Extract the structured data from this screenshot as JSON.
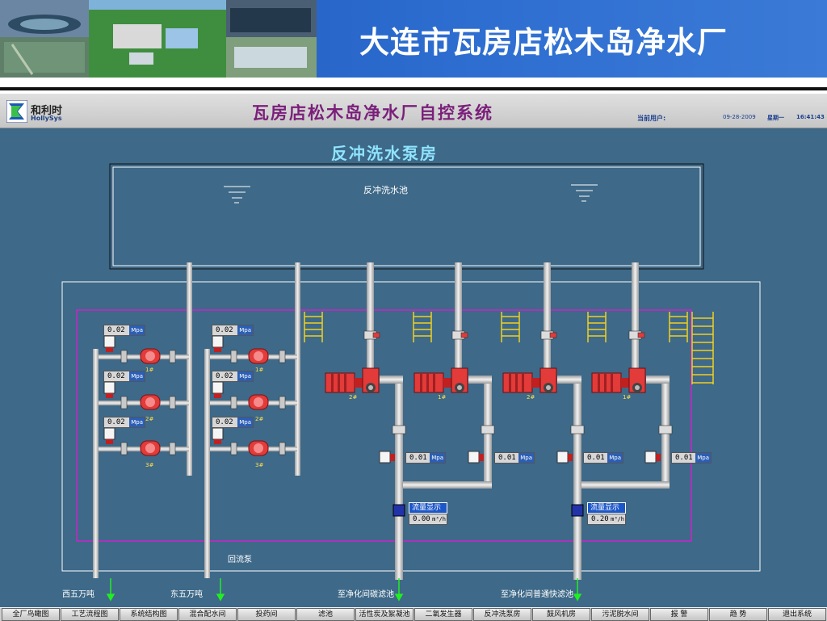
{
  "banner": {
    "title": "大连市瓦房店松木岛净水厂"
  },
  "header": {
    "logo_cn": "和利时",
    "logo_en": "HollySys",
    "system_title": "瓦房店松木岛净水厂自控系统",
    "user_label": "当前用户:",
    "date": "09-28-2009",
    "weekday": "星期一",
    "time": "16:41:43"
  },
  "room": {
    "title": "反冲洗水泵房",
    "pool_label": "反冲洗水池",
    "reflux_label": "回流泵"
  },
  "left_gauges": [
    {
      "value": "0.02",
      "unit": "Mpa"
    },
    {
      "value": "0.02",
      "unit": "Mpa"
    },
    {
      "value": "0.02",
      "unit": "Mpa"
    },
    {
      "value": "0.02",
      "unit": "Mpa"
    },
    {
      "value": "0.02",
      "unit": "Mpa"
    },
    {
      "value": "0.02",
      "unit": "Mpa"
    }
  ],
  "left_pump_numbers": [
    "1#",
    "2#",
    "3#",
    "1#",
    "2#",
    "3#"
  ],
  "main_pumps": [
    {
      "number": "2#",
      "pressure": "0.01",
      "unit": "Mpa"
    },
    {
      "number": "1#",
      "pressure": "0.01",
      "unit": "Mpa"
    },
    {
      "number": "2#",
      "pressure": "0.01",
      "unit": "Mpa"
    },
    {
      "number": "1#",
      "pressure": "0.01",
      "unit": "Mpa"
    }
  ],
  "flow_meters": [
    {
      "title": "流量显示",
      "value": "0.00",
      "unit": "m³/h"
    },
    {
      "title": "流量显示",
      "value": "0.20",
      "unit": "m³/h"
    }
  ],
  "destinations": [
    "西五万吨",
    "东五万吨",
    "至净化间碳滤池",
    "至净化间普通快滤池"
  ],
  "nav": [
    "全厂鸟瞰图",
    "工艺流程图",
    "系统结构图",
    "混合配水间",
    "投药间",
    "滤池",
    "活性炭及絮凝池",
    "二氧发生器",
    "反冲洗泵房",
    "鼓风机房",
    "污泥脱水间",
    "报 警",
    "趋 势",
    "退出系统"
  ],
  "colors": {
    "banner": "#2d6dd0",
    "hmi_background": "#3e6988",
    "pipe": "#d8d8d8",
    "pump_red": "#e33a3a",
    "purple_frame": "#cc22cc",
    "arrow_green": "#22ee22",
    "ladder_yellow": "#f0d020"
  }
}
